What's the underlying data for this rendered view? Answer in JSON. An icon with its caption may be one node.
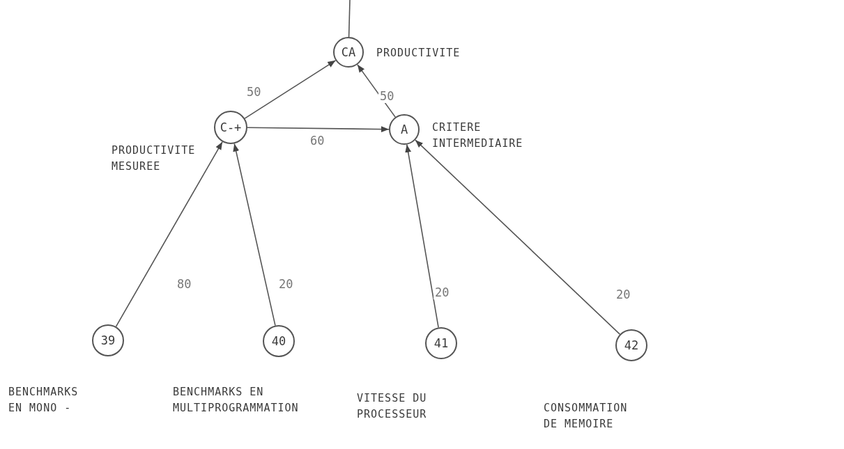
{
  "diagram": {
    "nodes": [
      {
        "text": [
          "CA"
        ],
        "beside": [
          "PRODUCTIVITE"
        ]
      },
      {
        "text": [
          "C-+"
        ],
        "beside": [
          "PRODUCTIVITE MESUREE"
        ]
      },
      {
        "text": [
          "A"
        ],
        "beside": [
          "CRITERE INTERMEDIAIRE"
        ]
      },
      {
        "text": [
          "39"
        ],
        "beside": [
          "BENCHMARKS EN MONO -"
        ]
      },
      {
        "text": [
          "40"
        ],
        "beside": [
          "BENCHMARKS EN MULTIPROGRAMMATION"
        ]
      },
      {
        "text": [
          "41"
        ],
        "beside": [
          "VITESSE DU PROCESSEUR"
        ]
      },
      {
        "text": [
          "42"
        ],
        "beside": [
          "CONSOMMATION DE MEMOIRE"
        ]
      }
    ],
    "edges": [
      {
        "from": 0,
        "to": null,
        "arrow": "none"
      },
      {
        "from": 1,
        "to": 0,
        "arrow": "to",
        "label": "50"
      },
      {
        "from": 2,
        "to": 0,
        "arrow": "to",
        "label": "50"
      },
      {
        "from": 1,
        "to": 2,
        "arrow": "to",
        "label": "60"
      },
      {
        "from": 3,
        "to": 1,
        "arrow": "to",
        "label": "80"
      },
      {
        "from": 4,
        "to": 1,
        "arrow": "to",
        "label": "20"
      },
      {
        "from": 5,
        "to": 2,
        "arrow": "to",
        "label": "20"
      },
      {
        "from": 6,
        "to": 2,
        "arrow": "to",
        "label": "20"
      }
    ]
  }
}
